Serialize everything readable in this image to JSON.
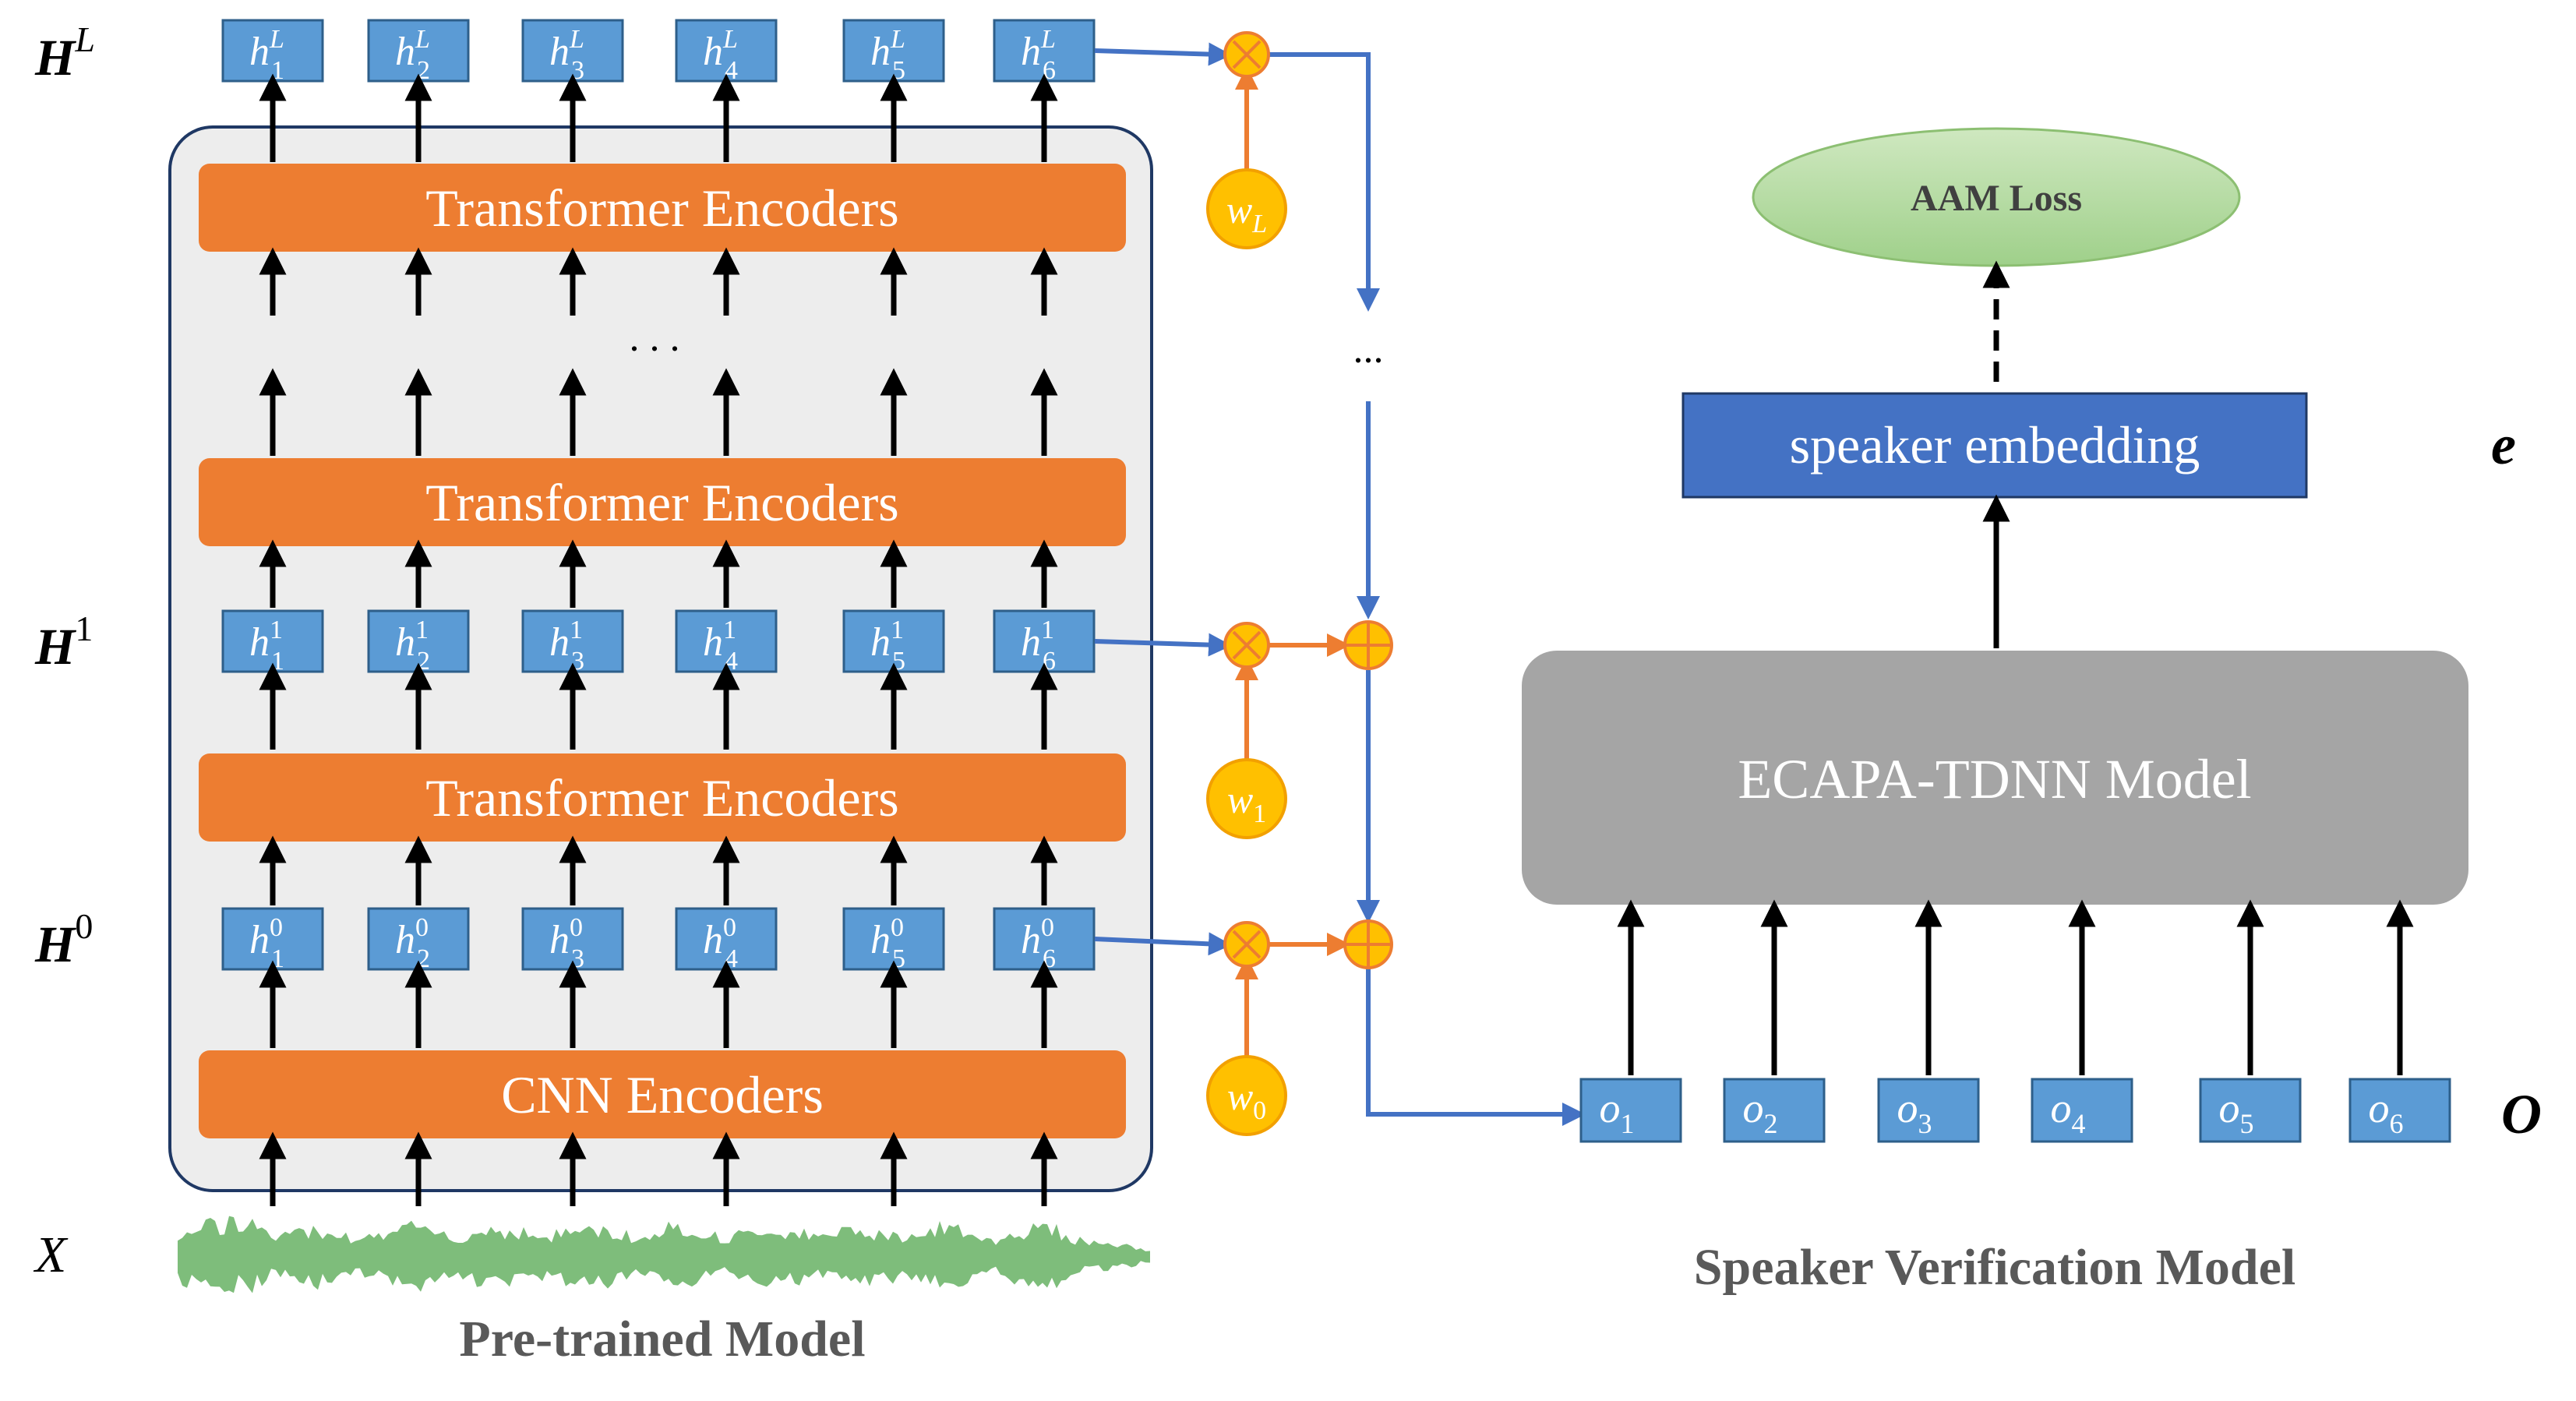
{
  "left_model": {
    "title": "Pre-trained Model",
    "encoders": [
      "Transformer Encoders",
      "Transformer Encoders",
      "Transformer Encoders",
      "CNN Encoders"
    ],
    "ellipsis": ". . .",
    "input_label": "X",
    "layers": [
      {
        "name": "H",
        "sup": "L",
        "tokens": [
          "h",
          "h",
          "h",
          "h",
          "h",
          "h"
        ],
        "token_sup": "L",
        "token_subs": [
          "1",
          "2",
          "3",
          "4",
          "5",
          "6"
        ]
      },
      {
        "name": "H",
        "sup": "1",
        "tokens": [
          "h",
          "h",
          "h",
          "h",
          "h",
          "h"
        ],
        "token_sup": "1",
        "token_subs": [
          "1",
          "2",
          "3",
          "4",
          "5",
          "6"
        ]
      },
      {
        "name": "H",
        "sup": "0",
        "tokens": [
          "h",
          "h",
          "h",
          "h",
          "h",
          "h"
        ],
        "token_sup": "0",
        "token_subs": [
          "1",
          "2",
          "3",
          "4",
          "5",
          "6"
        ]
      }
    ]
  },
  "weights": [
    {
      "base": "w",
      "sub": "L"
    },
    {
      "base": "w",
      "sub": "1"
    },
    {
      "base": "w",
      "sub": "0"
    }
  ],
  "middle_ellipsis": "...",
  "right_model": {
    "title": "Speaker Verification Model",
    "loss": "AAM Loss",
    "embedding": "speaker embedding",
    "embedding_symbol": "e",
    "backbone": "ECAPA-TDNN Model",
    "input_symbol": "O",
    "inputs": [
      {
        "base": "o",
        "sub": "1"
      },
      {
        "base": "o",
        "sub": "2"
      },
      {
        "base": "o",
        "sub": "3"
      },
      {
        "base": "o",
        "sub": "4"
      },
      {
        "base": "o",
        "sub": "5"
      },
      {
        "base": "o",
        "sub": "6"
      }
    ]
  },
  "colors": {
    "encoder": "#ed7d31",
    "token": "#5b9bd5",
    "token_border": "#2e5f8a",
    "panel": "#ededed",
    "panel_border": "#1f3864",
    "weight": "#ffc000",
    "weight_stroke": "#f2a000",
    "op_circle": "#ffc000",
    "blue_line": "#4472c4",
    "orange_line": "#ed7d31",
    "embedding": "#4472c4",
    "backbone": "#a5a5a5",
    "loss_top": "#9fd08a",
    "loss_bottom": "#cfe8c0",
    "waveform": "#70b66d"
  }
}
